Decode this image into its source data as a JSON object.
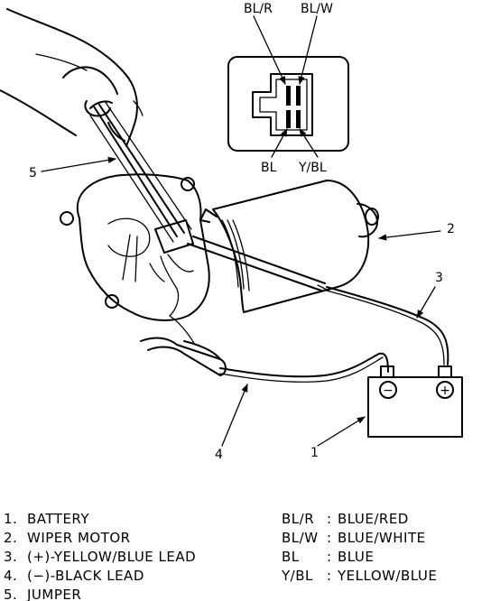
{
  "connector": {
    "top_left": "BL/R",
    "top_right": "BL/W",
    "bottom_left": "BL",
    "bottom_right": "Y/BL"
  },
  "callouts": [
    "1",
    "2",
    "3",
    "4",
    "5"
  ],
  "parts_legend": [
    {
      "num": "1.",
      "label": "BATTERY"
    },
    {
      "num": "2.",
      "label": "WIPER MOTOR"
    },
    {
      "num": "3.",
      "label": "(+)-YELLOW/BLUE LEAD"
    },
    {
      "num": "4.",
      "label": "(−)-BLACK LEAD"
    },
    {
      "num": "5.",
      "label": "JUMPER"
    }
  ],
  "color_legend": [
    {
      "code": "BL/R",
      "name": "BLUE/RED"
    },
    {
      "code": "BL/W",
      "name": "BLUE/WHITE"
    },
    {
      "code": "BL",
      "name": "BLUE"
    },
    {
      "code": "Y/BL",
      "name": "YELLOW/BLUE"
    }
  ],
  "battery": {
    "neg_symbol": "−",
    "pos_symbol": "+"
  }
}
